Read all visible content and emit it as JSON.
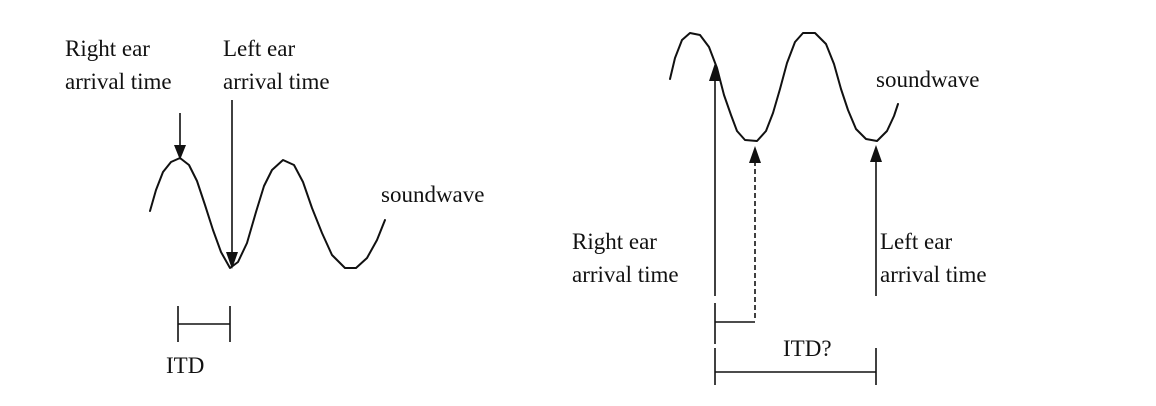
{
  "left_panel": {
    "right_ear_label": [
      "Right ear",
      "arrival time"
    ],
    "left_ear_label": [
      "Left ear",
      "arrival time"
    ],
    "wave_label": "soundwave",
    "itd_label": "ITD"
  },
  "right_panel": {
    "right_ear_label": [
      "Right ear",
      "arrival time"
    ],
    "left_ear_label": [
      "Left ear",
      "arrival time"
    ],
    "wave_label": "soundwave",
    "itd_label": "ITD?"
  }
}
